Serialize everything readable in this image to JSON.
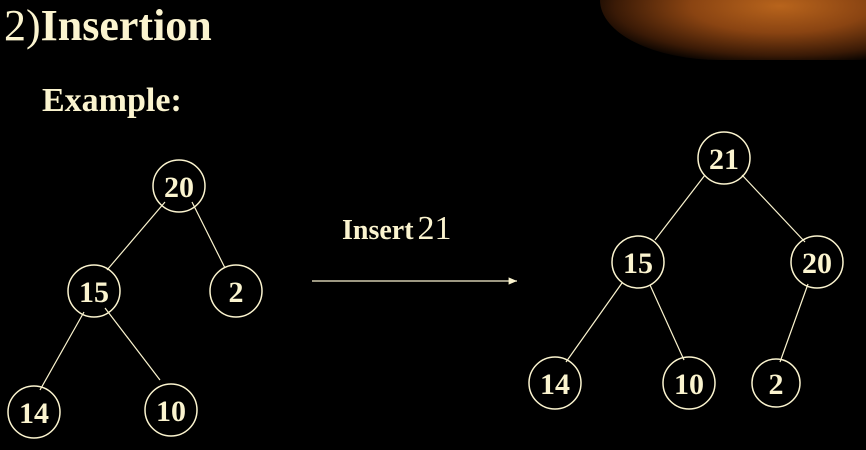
{
  "slide": {
    "title_number": "2)",
    "title_word": "Insertion",
    "subtitle": "Example:",
    "operation_word": "Insert",
    "operation_value": "21"
  },
  "colors": {
    "background": "#000000",
    "foreground": "#fbf4cf",
    "accent_glow": "#b8641c"
  },
  "trees": {
    "before": {
      "nodes": [
        {
          "id": "b20",
          "label": "20"
        },
        {
          "id": "b15",
          "label": "15"
        },
        {
          "id": "b2",
          "label": "2"
        },
        {
          "id": "b14",
          "label": "14"
        },
        {
          "id": "b10",
          "label": "10"
        }
      ],
      "edges": [
        [
          "b20",
          "b15"
        ],
        [
          "b20",
          "b2"
        ],
        [
          "b15",
          "b14"
        ],
        [
          "b15",
          "b10"
        ]
      ]
    },
    "after": {
      "nodes": [
        {
          "id": "a21",
          "label": "21"
        },
        {
          "id": "a15",
          "label": "15"
        },
        {
          "id": "a20",
          "label": "20"
        },
        {
          "id": "a14",
          "label": "14"
        },
        {
          "id": "a10",
          "label": "10"
        },
        {
          "id": "a2",
          "label": "2"
        }
      ],
      "edges": [
        [
          "a21",
          "a15"
        ],
        [
          "a21",
          "a20"
        ],
        [
          "a15",
          "a14"
        ],
        [
          "a15",
          "a10"
        ],
        [
          "a20",
          "a2"
        ]
      ]
    }
  }
}
